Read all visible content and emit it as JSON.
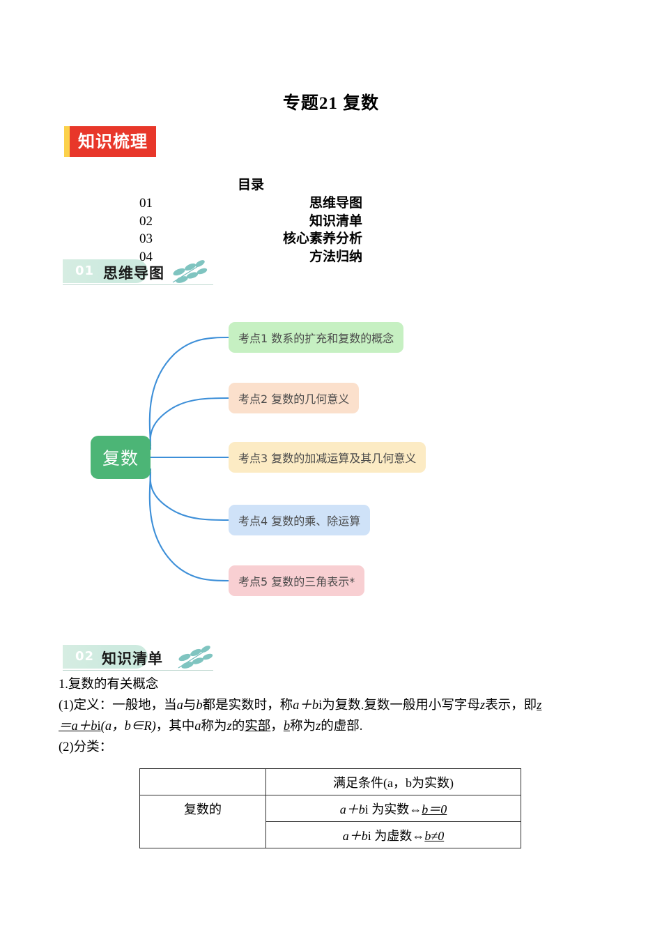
{
  "page": {
    "title_prefix": "专题",
    "title_number": "21",
    "title_name": "复数",
    "title_full": "专题21  复数"
  },
  "badge": {
    "label": "知识梳理",
    "bar_color": "#FBD14B",
    "box_color": "#E8372A",
    "text_color": "#FFFFFF"
  },
  "toc": {
    "heading": "目录",
    "rows": [
      {
        "num": "01",
        "label": "思维导图"
      },
      {
        "num": "02",
        "label": "知识清单"
      },
      {
        "num": "03",
        "label": "核心素养分析"
      },
      {
        "num": "04",
        "label": "方法归纳"
      }
    ]
  },
  "sections": [
    {
      "num": "01",
      "title": "思维导图"
    },
    {
      "num": "02",
      "title": "知识清单"
    }
  ],
  "mindmap": {
    "center": {
      "label": "复数",
      "color": "#4CB576"
    },
    "branch_color": "#3D8FD8",
    "nodes": [
      {
        "label": "考点1 数系的扩充和复数的概念",
        "color": "#C6F0C2"
      },
      {
        "label": "考点2 复数的几何意义",
        "color": "#FBE0CC"
      },
      {
        "label": "考点3 复数的加减运算及其几何意义",
        "color": "#FCEBC4"
      },
      {
        "label": "考点4  复数的乘、除运算",
        "color": "#CFE2F8"
      },
      {
        "label": "考点5 复数的三角表示*",
        "color": "#F8CFD2"
      }
    ]
  },
  "content": {
    "heading1": "1.复数的有关概念",
    "def_label": "(1)定义：",
    "def_part1": "一般地，当",
    "def_a": "a",
    "def_part2": "与",
    "def_b": "b",
    "def_part3": "都是实数时，称",
    "def_abi": "a＋b",
    "def_i": "i",
    "def_part4": "为复数.复数一般用小写字母",
    "def_z": "z",
    "def_part5": "表示，即",
    "def_z2": "z",
    "def_line2_eq": "＝a＋b",
    "def_line2_i": "i",
    "def_line2_paren": "(a，b∈R)",
    "def_line2_mid": "，其中",
    "def_line2_a": "a",
    "def_line2_t1": "称为",
    "def_line2_z": "z",
    "def_line2_t2": "的",
    "def_line2_real": "实部",
    "def_line2_t3": "，",
    "def_line2_b": "b",
    "def_line2_t4": "称为",
    "def_line2_z2": "z",
    "def_line2_t5": "的虚部.",
    "class_label": "(2)分类："
  },
  "table": {
    "header_cond": "满足条件(a，b为实数)",
    "row_label": "复数的",
    "rows": [
      {
        "expr": "a＋b",
        "i": "i",
        "mid": " 为实数⇔",
        "cond": "b＝0"
      },
      {
        "expr": "a＋b",
        "i": "i",
        "mid": " 为虚数⇔",
        "cond": "b≠0"
      }
    ]
  }
}
